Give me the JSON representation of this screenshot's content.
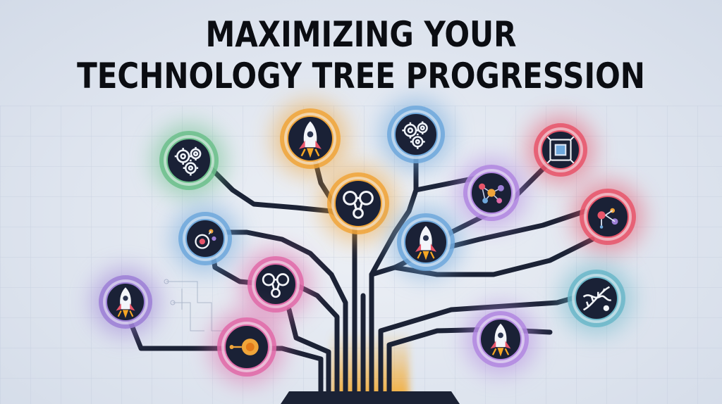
{
  "title": {
    "line1": "MAXIMIZING YOUR",
    "line2": "TECHNOLOGY TREE PROGRESSION"
  },
  "colors": {
    "background": "#dfe5ef",
    "branch": "#1b2235",
    "node_fill": "#1a2136",
    "trunk_glow": "#f5a623",
    "green": "#6cc08b",
    "orange": "#f0a53a",
    "blue": "#6fa8dc",
    "red": "#e8556a",
    "purple": "#9c7fd6",
    "pink": "#e06aa8",
    "violet": "#b287e0",
    "teal": "#6bb7c9"
  },
  "nodes": [
    {
      "name": "node-gears-green",
      "icon": "gears-icon",
      "color": "green"
    },
    {
      "name": "node-rocket-orange",
      "icon": "rocket-icon",
      "color": "orange"
    },
    {
      "name": "node-gears-blue",
      "icon": "gears-icon",
      "color": "blue"
    },
    {
      "name": "node-chip-red",
      "icon": "chip-icon",
      "color": "red"
    },
    {
      "name": "node-molecule-yellow",
      "icon": "molecule-icon",
      "color": "orange"
    },
    {
      "name": "node-network-violet",
      "icon": "network-icon",
      "color": "violet"
    },
    {
      "name": "node-circuit-red",
      "icon": "circuit-icon",
      "color": "red"
    },
    {
      "name": "node-eye-blue",
      "icon": "eye-icon",
      "color": "blue"
    },
    {
      "name": "node-rocket-blue",
      "icon": "rocket-icon",
      "color": "blue"
    },
    {
      "name": "node-molecule-pink",
      "icon": "molecule-icon",
      "color": "pink"
    },
    {
      "name": "node-rocket-purple",
      "icon": "rocket-icon",
      "color": "purple"
    },
    {
      "name": "node-dna-blue",
      "icon": "dna-icon",
      "color": "teal"
    },
    {
      "name": "node-orb-pink",
      "icon": "orb-icon",
      "color": "pink"
    },
    {
      "name": "node-rocket-violet",
      "icon": "rocket-icon",
      "color": "violet"
    }
  ]
}
